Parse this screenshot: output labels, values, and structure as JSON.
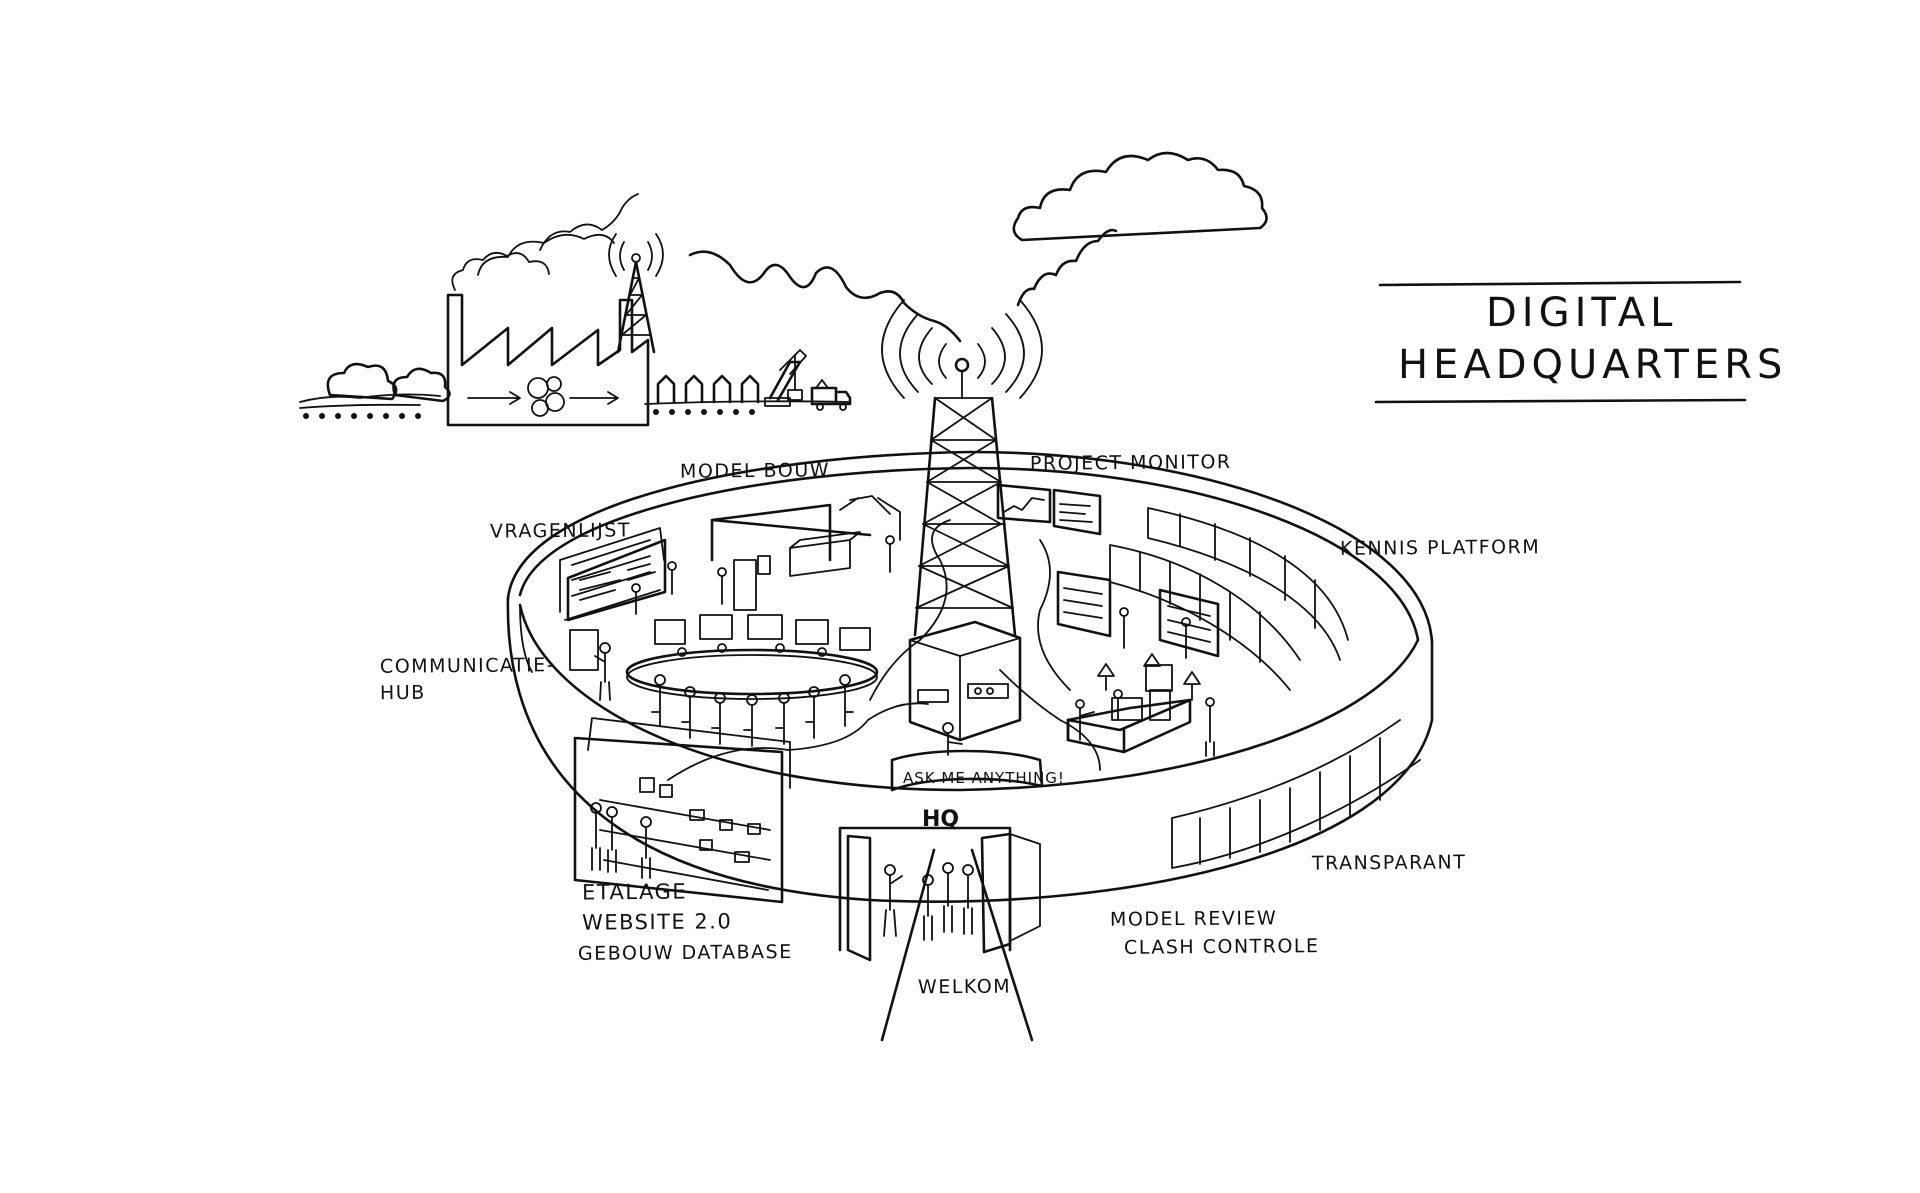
{
  "title": {
    "line1": "DIGITAL",
    "line2": "HEADQUARTERS"
  },
  "labels": {
    "model_bouw": "MODEL BOUW",
    "project_monitor": "PROJECT MONITOR",
    "vragenlijst": "VRAGENLIJST",
    "kennis_platform": "KENNIS PLATFORM",
    "communicatie_hub_1": "COMMUNICATIE-",
    "communicatie_hub_2": "HUB",
    "etalage": "ETALAGE",
    "website": "WEBSITE 2.0",
    "gebouw_database": "GEBOUW DATABASE",
    "welkom": "WELKOM",
    "model_review": "MODEL REVIEW",
    "clash_controle": "CLASH CONTROLE",
    "transparant": "TRANSPARANT"
  },
  "sign": {
    "ask_me_anything": "ASK ME ANYTHING!"
  },
  "logo": {
    "hq": "HQ"
  },
  "colors": {
    "ink": "#111111",
    "paper": "#ffffff"
  }
}
